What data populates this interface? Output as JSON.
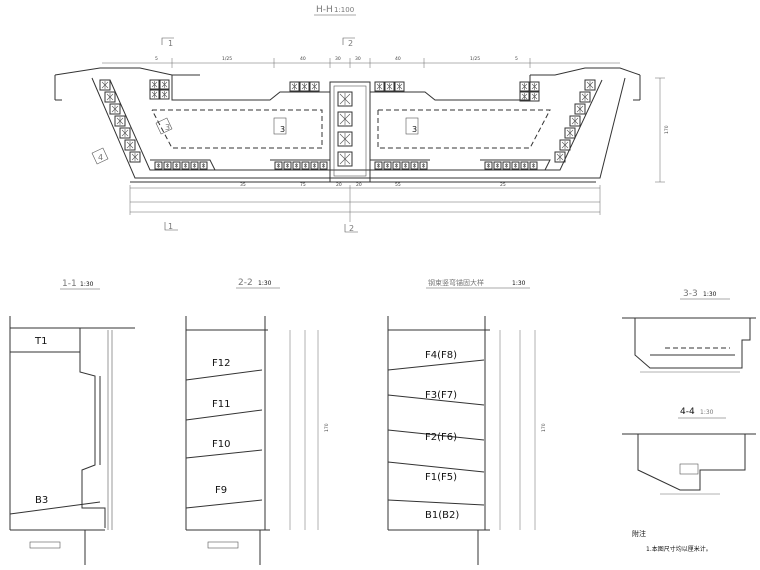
{
  "main_view": {
    "title": "H-H",
    "scale": "1:100",
    "cell_labels": [
      "3",
      "3"
    ],
    "section_marks": [
      {
        "id": "1",
        "pos": "top-left"
      },
      {
        "id": "2",
        "pos": "top-center"
      },
      {
        "id": "1",
        "pos": "bottom-left"
      },
      {
        "id": "2",
        "pos": "bottom-center"
      }
    ],
    "callouts": [
      "3",
      "4"
    ],
    "dim_top": [
      "5",
      "1/25",
      "40",
      "30",
      "30",
      "40",
      "1/25",
      "5"
    ],
    "dim_bottom": [
      "35",
      "75",
      "20",
      "20",
      "55",
      "25"
    ],
    "dim_right": "170"
  },
  "section_1_1": {
    "title": "1-1",
    "scale": "1:30",
    "labels": [
      "T1",
      "B3"
    ]
  },
  "section_2_2": {
    "title": "2-2",
    "scale": "1:30",
    "labels": [
      "F12",
      "F11",
      "F10",
      "F9"
    ],
    "dim_total": "170"
  },
  "section_tendon": {
    "title": "钢束竖弯锚固大样",
    "scale": "1:30",
    "labels": [
      "F4(F8)",
      "F3(F7)",
      "F2(F6)",
      "F1(F5)",
      "B1(B2)"
    ],
    "dim_total": "170"
  },
  "section_3_3": {
    "title": "3-3",
    "scale": "1:30"
  },
  "section_4_4": {
    "title": "4-4",
    "scale": "1:30"
  },
  "notes": {
    "heading": "附注",
    "items": [
      "1.本图尺寸均以厘米计。"
    ]
  }
}
